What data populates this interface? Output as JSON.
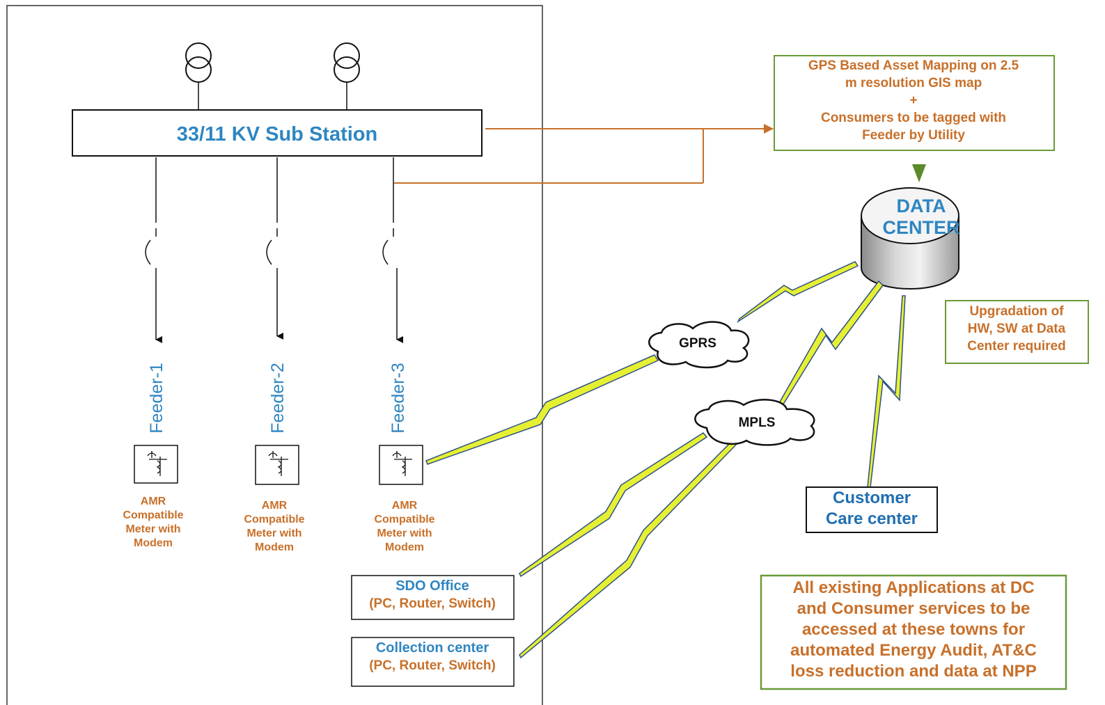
{
  "substation": {
    "label": "33/11 KV Sub Station"
  },
  "feeders": [
    {
      "label": "Feeder-1",
      "meter": [
        "AMR",
        "Compatible",
        "Meter with",
        "Modem"
      ]
    },
    {
      "label": "Feeder-2",
      "meter": [
        "AMR",
        "Compatible",
        "Meter with",
        "Modem"
      ]
    },
    {
      "label": "Feeder-3",
      "meter": [
        "AMR",
        "Compatible",
        "Meter with",
        "Modem"
      ]
    }
  ],
  "gps_box": {
    "lines": [
      "GPS Based Asset Mapping on 2.5",
      "m resolution GIS map",
      "+",
      "Consumers to be tagged with",
      "Feeder by Utility"
    ]
  },
  "data_center": {
    "lines": [
      "DATA",
      "CENTER"
    ]
  },
  "upgrade_box": {
    "lines": [
      "Upgradation of",
      "HW, SW at Data",
      "Center required"
    ]
  },
  "networks": {
    "gprs": "GPRS",
    "mpls": "MPLS"
  },
  "customer_care": {
    "lines": [
      "Customer",
      "Care center"
    ]
  },
  "sdo_office": {
    "lines": [
      "SDO Office",
      "(PC, Router, Switch)"
    ]
  },
  "collection_center": {
    "lines": [
      "Collection center",
      "(PC, Router, Switch)"
    ]
  },
  "applications_box": {
    "lines": [
      "All existing Applications at DC",
      "and  Consumer services to be",
      "accessed at these towns for",
      "automated Energy Audit, AT&C",
      "loss reduction and data at NPP"
    ]
  },
  "colors": {
    "orange": "#c8702a",
    "blue": "#2e86c1",
    "green_border": "#6a9a3a",
    "bolt": "#e6f032",
    "link": "#2d4f8a"
  }
}
